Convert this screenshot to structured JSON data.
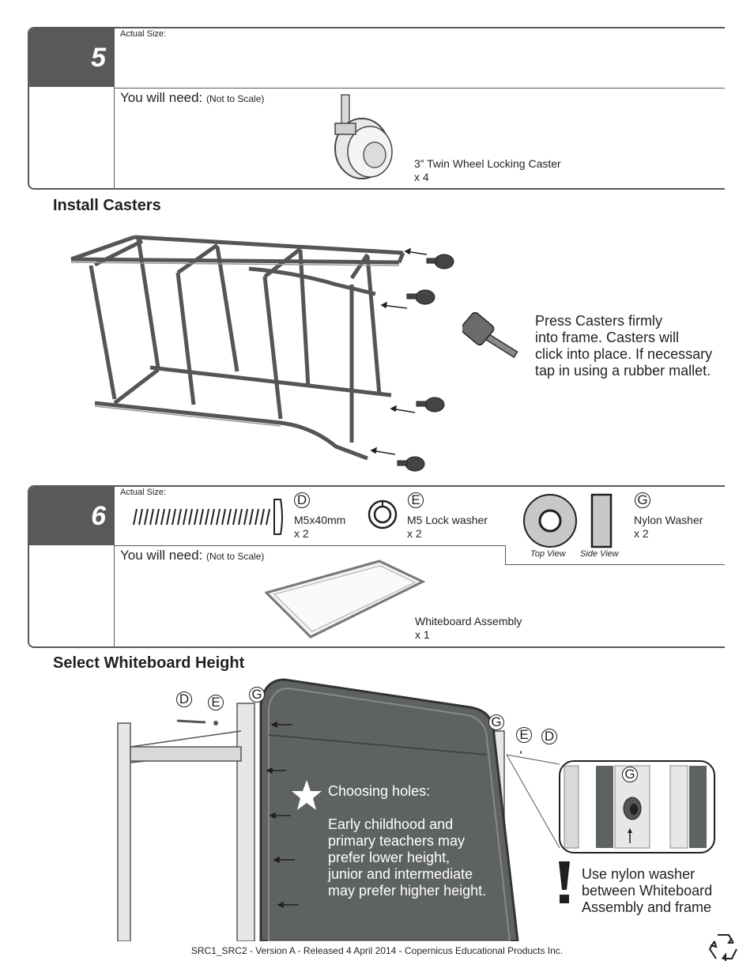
{
  "step5": {
    "number": "5",
    "actual_size": "Actual Size:",
    "you_will_need": "You will need:",
    "not_to_scale": "(Not to Scale)",
    "caster_name": "3” Twin Wheel Locking Caster",
    "caster_qty": "x 4"
  },
  "install_casters": {
    "title": "Install Casters",
    "instruction": "Press Casters firmly into frame. Casters will click into place. If necessary tap in using a rubber mallet.",
    "lines": [
      "Press Casters firmly",
      "into frame. Casters will",
      "click into place. If necessary",
      "tap in using a rubber mallet."
    ]
  },
  "step6": {
    "number": "6",
    "actual_size": "Actual Size:",
    "parts": [
      {
        "letter": "D",
        "name": "M5x40mm",
        "qty": "x 2"
      },
      {
        "letter": "E",
        "name": "M5 Lock washer",
        "qty": "x 2"
      },
      {
        "letter": "G",
        "name": "Nylon Washer",
        "qty": "x 2"
      }
    ],
    "top_view": "Top View",
    "side_view": "Side View",
    "you_will_need": "You will need:",
    "not_to_scale": "(Not to Scale)",
    "whiteboard_name": "Whiteboard Assembly",
    "whiteboard_qty": "x 1"
  },
  "select_height": {
    "title": "Select Whiteboard Height",
    "callout_letters": [
      "D",
      "E",
      "G",
      "G",
      "E",
      "D",
      "G"
    ],
    "choosing_title": "Choosing holes:",
    "choosing_lines": [
      "Early childhood and",
      "primary teachers may",
      "prefer lower height,",
      "junior and intermediate",
      "may prefer higher height."
    ],
    "nylon_lines": [
      "Use nylon washer",
      "between Whiteboard",
      "Assembly and frame"
    ]
  },
  "footer": {
    "text": "SRC1_SRC2 - Version A - Released 4 April 2014 - Copernicus Educational Products Inc."
  },
  "icons": [
    "caster-icon",
    "mallet-icon",
    "bolt-icon",
    "lock-washer-icon",
    "nylon-washer-icon",
    "whiteboard-icon",
    "star-icon",
    "exclamation-icon",
    "recycle-icon"
  ],
  "colors": {
    "step_header": "#58595b",
    "board": "#5f6263",
    "text": "#231f20"
  }
}
